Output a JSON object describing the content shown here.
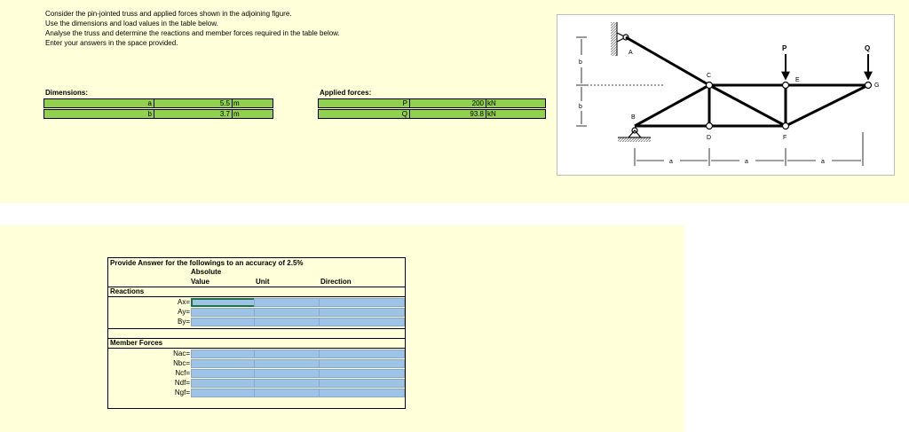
{
  "intro": [
    "Consider the pin-jointed truss and applied forces shown in the adjoining figure.",
    "Use the dimensions and load values in the table below.",
    "Analyse the truss and determine the reactions and member forces required in the table below.",
    "Enter your answers in the space provided."
  ],
  "dimensions": {
    "title": "Dimensions:",
    "rows": [
      {
        "name": "a",
        "value": "5.5",
        "unit": "m"
      },
      {
        "name": "b",
        "value": "3.7",
        "unit": "m"
      }
    ]
  },
  "forces": {
    "title": "Applied forces:",
    "rows": [
      {
        "name": "P",
        "value": "200",
        "unit": "kN"
      },
      {
        "name": "Q",
        "value": "93.8",
        "unit": "kN"
      }
    ]
  },
  "figure": {
    "labels": {
      "A": "A",
      "B": "B",
      "C": "C",
      "D": "D",
      "E": "E",
      "F": "F",
      "G": "G",
      "P": "P",
      "Q": "Q"
    },
    "dim_b": "b",
    "dim_a": "a"
  },
  "answer": {
    "heading": "Provide Answer for the followings to an accuracy of 2.5%",
    "col_abs1": "Absolute",
    "col_abs2": "Value",
    "col_unit": "Unit",
    "col_dir": "Direction",
    "reactions_title": "Reactions",
    "reactions": [
      "Ax=",
      "Ay=",
      "By="
    ],
    "members_title": "Member Forces",
    "members": [
      "Nac=",
      "Nbc=",
      "Ncf=",
      "Ndf=",
      "Ngf="
    ]
  },
  "colors": {
    "panel": "#ffffd9",
    "green": "#92d050",
    "input_blue": "#9dc3e6"
  }
}
